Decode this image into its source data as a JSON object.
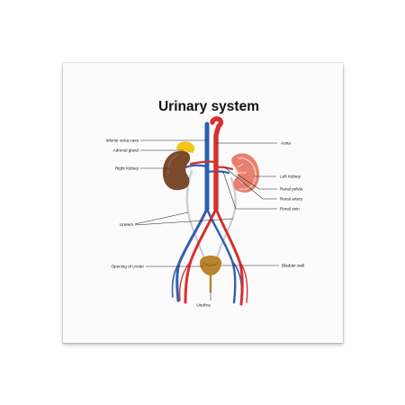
{
  "title": "Urinary system",
  "labels": {
    "inferior_vena_cava": "Inferior vena cava",
    "adrenal_gland": "Adrenal gland",
    "right_kidney": "Right Kidney",
    "ureters": "Ureters",
    "opening_of_ureter": "Opening of Ureter",
    "urethra": "Urethra",
    "aorta": "Aorta",
    "left_kidney": "Left Kidney",
    "renal_pelvis": "Renal pelvis",
    "renal_artery": "Renal artery",
    "renal_vein": "Renal vein",
    "bladder_wall": "Bladder wall"
  },
  "colors": {
    "artery": "#d6312f",
    "vein": "#2f5fae",
    "kidney_right": "#7a4a2a",
    "kidney_left": "#e9806f",
    "adrenal": "#f3c51a",
    "bladder": "#b8842e",
    "ureter": "#c8cdd6"
  }
}
